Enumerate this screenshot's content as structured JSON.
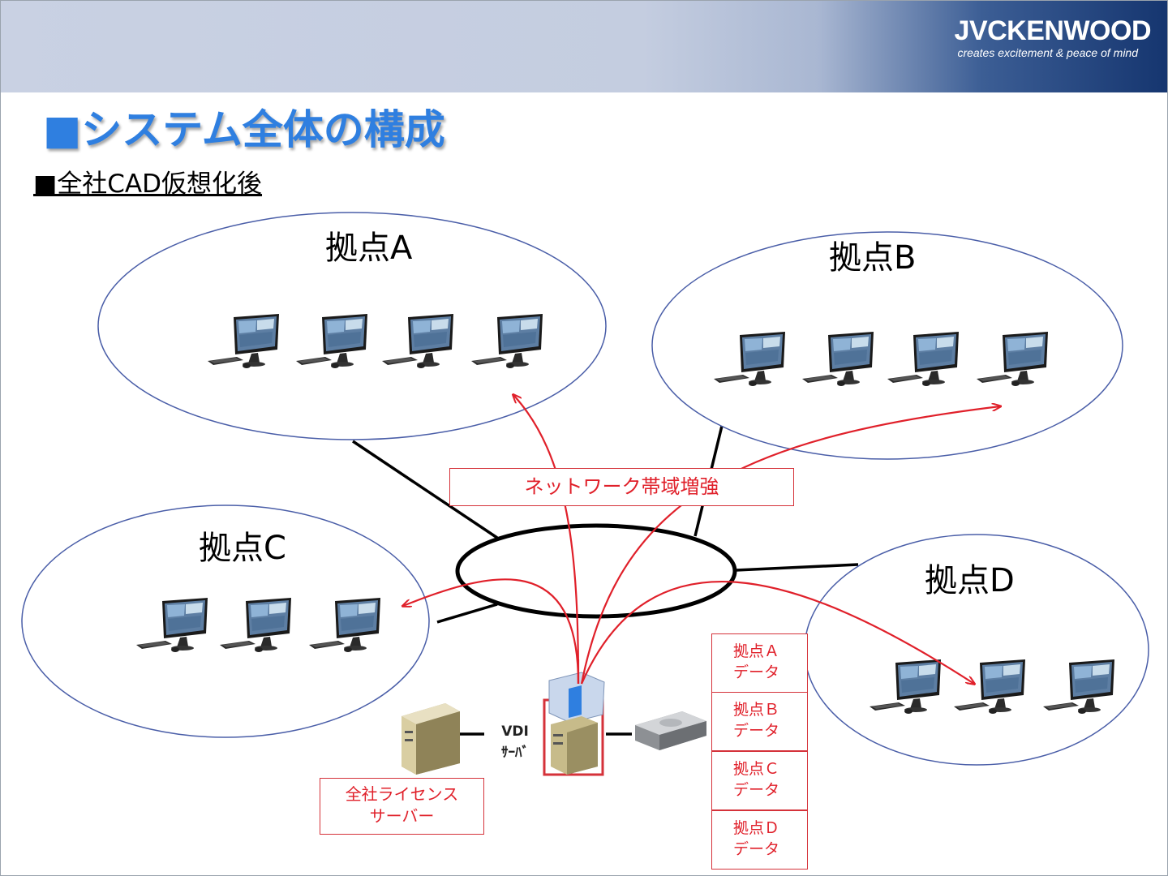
{
  "header": {
    "logo_name": "JVCKENWOOD",
    "logo_tagline": "creates excitement & peace of mind"
  },
  "title": "■システム全体の構成",
  "subtitle": "■全社CAD仮想化後",
  "sites": [
    {
      "label": "拠点A",
      "pc_count": 4
    },
    {
      "label": "拠点B",
      "pc_count": 4
    },
    {
      "label": "拠点C",
      "pc_count": 3
    },
    {
      "label": "拠点D",
      "pc_count": 3
    }
  ],
  "network_label": "ネットワーク帯域増強",
  "vdi_server_label": "VDI\nｻｰﾊﾞ",
  "license_server_label": "全社ライセンス\nサーバー",
  "data_boxes": [
    "拠点Ａ\nデータ",
    "拠点Ｂ\nデータ",
    "拠点Ｃ\nデータ",
    "拠点Ｄ\nデータ"
  ],
  "colors": {
    "title": "#2f7fe0",
    "arrow": "#e0202a",
    "site_ellipse": "#4a5ea8",
    "header_dark": "#15356f"
  }
}
